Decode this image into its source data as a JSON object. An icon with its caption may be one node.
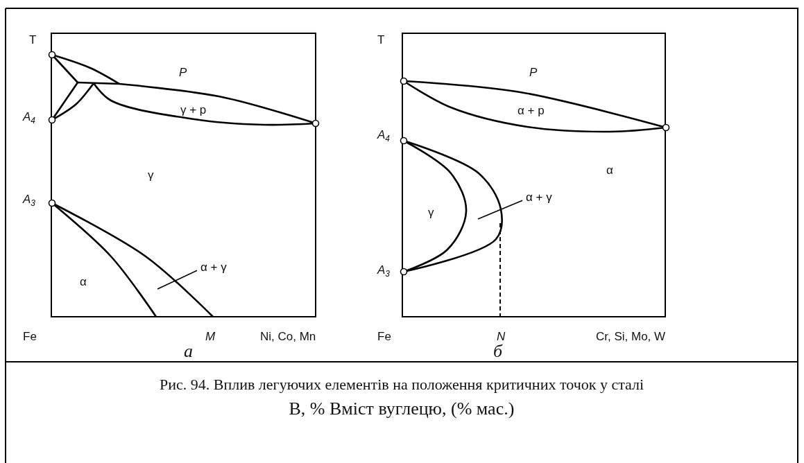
{
  "diagram": {
    "caption": "Рис. 94. Вплив легуючих елементів на положення критичних точок у сталі",
    "nodes": [
      {
        "text": [
          "α + γ"
        ]
      },
      {
        "text": [
          "α + γ"
        ]
      }
    ],
    "edges": [
      {
        "from": 0,
        "to": null,
        "arrow": "none"
      },
      {
        "from": 1,
        "to": null,
        "arrow": "none"
      }
    ],
    "labels": [
      "T",
      "A$_{4}$",
      "A$_{3}$",
      "P",
      "γ + p",
      "γ",
      "α",
      "Fe",
      "M",
      "Ni, Co, Mn",
      "а",
      "T",
      "A$_{4}$",
      "A$_{3}$",
      "P",
      "α + p",
      "α",
      "γ",
      "Fe",
      "N",
      "Cr, Si, Mo, W",
      "б",
      "В, %   Вміст вуглецю, (% мас.)"
    ]
  }
}
